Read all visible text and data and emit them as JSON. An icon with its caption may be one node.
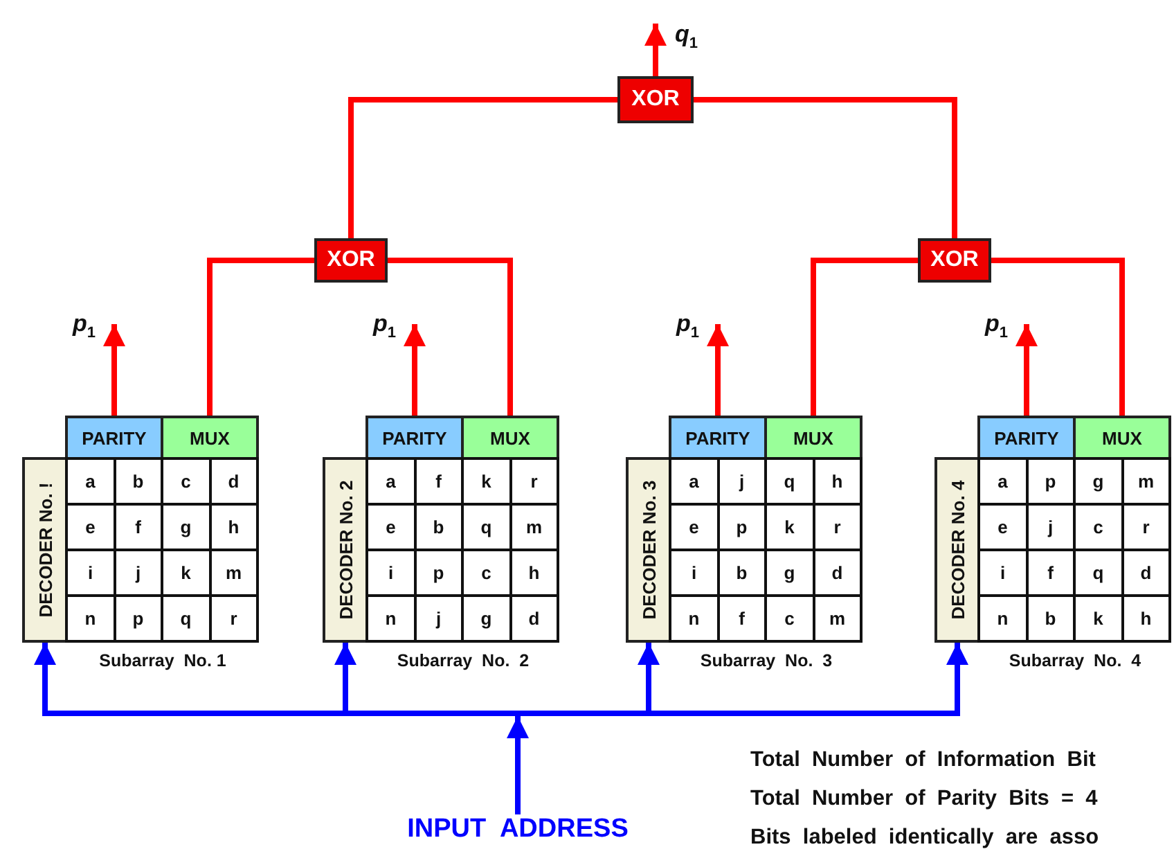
{
  "diagram": {
    "nodes": [
      {
        "text": [
          "XOR"
        ]
      },
      {
        "text": [
          "XOR"
        ]
      },
      {
        "text": [
          "XOR"
        ]
      },
      {
        "text": [
          "Subarray  No. 1"
        ]
      },
      {
        "text": [
          "PARITY"
        ],
        "in": 3
      },
      {
        "text": [
          "MUX"
        ],
        "in": 3
      },
      {
        "text": [
          "DECODER No. !"
        ],
        "in": 3
      },
      {
        "text": [
          "a"
        ],
        "in": 3
      },
      {
        "text": [
          "b"
        ],
        "in": 3
      },
      {
        "text": [
          "c"
        ],
        "in": 3
      },
      {
        "text": [
          "d"
        ],
        "in": 3
      },
      {
        "text": [
          "e"
        ],
        "in": 3
      },
      {
        "text": [
          "f"
        ],
        "in": 3
      },
      {
        "text": [
          "g"
        ],
        "in": 3
      },
      {
        "text": [
          "h"
        ],
        "in": 3
      },
      {
        "text": [
          "i"
        ],
        "in": 3
      },
      {
        "text": [
          "j"
        ],
        "in": 3
      },
      {
        "text": [
          "k"
        ],
        "in": 3
      },
      {
        "text": [
          "m"
        ],
        "in": 3
      },
      {
        "text": [
          "n"
        ],
        "in": 3
      },
      {
        "text": [
          "p"
        ],
        "in": 3
      },
      {
        "text": [
          "q"
        ],
        "in": 3
      },
      {
        "text": [
          "r"
        ],
        "in": 3
      },
      {
        "text": [
          "Subarray  No.  2"
        ]
      },
      {
        "text": [
          "PARITY"
        ],
        "in": 23
      },
      {
        "text": [
          "MUX"
        ],
        "in": 23
      },
      {
        "text": [
          "DECODER No. 2"
        ],
        "in": 23
      },
      {
        "text": [
          "a"
        ],
        "in": 23
      },
      {
        "text": [
          "f"
        ],
        "in": 23
      },
      {
        "text": [
          "k"
        ],
        "in": 23
      },
      {
        "text": [
          "r"
        ],
        "in": 23
      },
      {
        "text": [
          "e"
        ],
        "in": 23
      },
      {
        "text": [
          "b"
        ],
        "in": 23
      },
      {
        "text": [
          "q"
        ],
        "in": 23
      },
      {
        "text": [
          "m"
        ],
        "in": 23
      },
      {
        "text": [
          "i"
        ],
        "in": 23
      },
      {
        "text": [
          "p"
        ],
        "in": 23
      },
      {
        "text": [
          "c"
        ],
        "in": 23
      },
      {
        "text": [
          "h"
        ],
        "in": 23
      },
      {
        "text": [
          "n"
        ],
        "in": 23
      },
      {
        "text": [
          "j"
        ],
        "in": 23
      },
      {
        "text": [
          "g"
        ],
        "in": 23
      },
      {
        "text": [
          "d"
        ],
        "in": 23
      },
      {
        "text": [
          "Subarray  No.  3"
        ]
      },
      {
        "text": [
          "PARITY"
        ],
        "in": 43
      },
      {
        "text": [
          "MUX"
        ],
        "in": 43
      },
      {
        "text": [
          "DECODER No. 3"
        ],
        "in": 43
      },
      {
        "text": [
          "a"
        ],
        "in": 43
      },
      {
        "text": [
          "j"
        ],
        "in": 43
      },
      {
        "text": [
          "q"
        ],
        "in": 43
      },
      {
        "text": [
          "h"
        ],
        "in": 43
      },
      {
        "text": [
          "e"
        ],
        "in": 43
      },
      {
        "text": [
          "p"
        ],
        "in": 43
      },
      {
        "text": [
          "k"
        ],
        "in": 43
      },
      {
        "text": [
          "r"
        ],
        "in": 43
      },
      {
        "text": [
          "i"
        ],
        "in": 43
      },
      {
        "text": [
          "b"
        ],
        "in": 43
      },
      {
        "text": [
          "g"
        ],
        "in": 43
      },
      {
        "text": [
          "d"
        ],
        "in": 43
      },
      {
        "text": [
          "n"
        ],
        "in": 43
      },
      {
        "text": [
          "f"
        ],
        "in": 43
      },
      {
        "text": [
          "c"
        ],
        "in": 43
      },
      {
        "text": [
          "m"
        ],
        "in": 43
      },
      {
        "text": [
          "Subarray  No.  4"
        ]
      },
      {
        "text": [
          "PARITY"
        ],
        "in": 63
      },
      {
        "text": [
          "MUX"
        ],
        "in": 63
      },
      {
        "text": [
          "DECODER No. 4"
        ],
        "in": 63
      },
      {
        "text": [
          "a"
        ],
        "in": 63
      },
      {
        "text": [
          "p"
        ],
        "in": 63
      },
      {
        "text": [
          "g"
        ],
        "in": 63
      },
      {
        "text": [
          "m"
        ],
        "in": 63
      },
      {
        "text": [
          "e"
        ],
        "in": 63
      },
      {
        "text": [
          "j"
        ],
        "in": 63
      },
      {
        "text": [
          "c"
        ],
        "in": 63
      },
      {
        "text": [
          "r"
        ],
        "in": 63
      },
      {
        "text": [
          "i"
        ],
        "in": 63
      },
      {
        "text": [
          "f"
        ],
        "in": 63
      },
      {
        "text": [
          "q"
        ],
        "in": 63
      },
      {
        "text": [
          "d"
        ],
        "in": 63
      },
      {
        "text": [
          "n"
        ],
        "in": 63
      },
      {
        "text": [
          "b"
        ],
        "in": 63
      },
      {
        "text": [
          "k"
        ],
        "in": 63
      },
      {
        "text": [
          "h"
        ],
        "in": 63
      },
      {
        "text": [
          "INPUT  ADDRESS"
        ]
      }
    ],
    "edges": [
      {
        "from": 0,
        "to": null,
        "arrow": "to",
        "label": "*q*$_{1}$"
      },
      {
        "from": 1,
        "to": 0,
        "arrow": "none"
      },
      {
        "from": 2,
        "to": 0,
        "arrow": "none"
      },
      {
        "from": 5,
        "to": 1,
        "arrow": "none"
      },
      {
        "from": 25,
        "to": 1,
        "arrow": "none"
      },
      {
        "from": 45,
        "to": 2,
        "arrow": "none"
      },
      {
        "from": 65,
        "to": 2,
        "arrow": "none"
      },
      {
        "from": 4,
        "to": null,
        "arrow": "to",
        "label": "*p*$_{1}$"
      },
      {
        "from": 24,
        "to": null,
        "arrow": "to",
        "label": "*p*$_{1}$"
      },
      {
        "from": 44,
        "to": null,
        "arrow": "to",
        "label": "*p*$_{1}$"
      },
      {
        "from": 64,
        "to": null,
        "arrow": "to",
        "label": "*p*$_{1}$"
      },
      {
        "from": 83,
        "to": 6,
        "arrow": "to",
        "color": "#0000ff"
      },
      {
        "from": 83,
        "to": 26,
        "arrow": "to",
        "color": "#0000ff"
      },
      {
        "from": 83,
        "to": 46,
        "arrow": "to",
        "color": "#0000ff"
      },
      {
        "from": 83,
        "to": 66,
        "arrow": "to",
        "color": "#0000ff"
      }
    ],
    "labels": [
      "Total  Number  of  Information  Bit",
      "Total  Number  of  Parity  Bits  =  4",
      "Bits  labeled  identically  are  asso"
    ]
  }
}
